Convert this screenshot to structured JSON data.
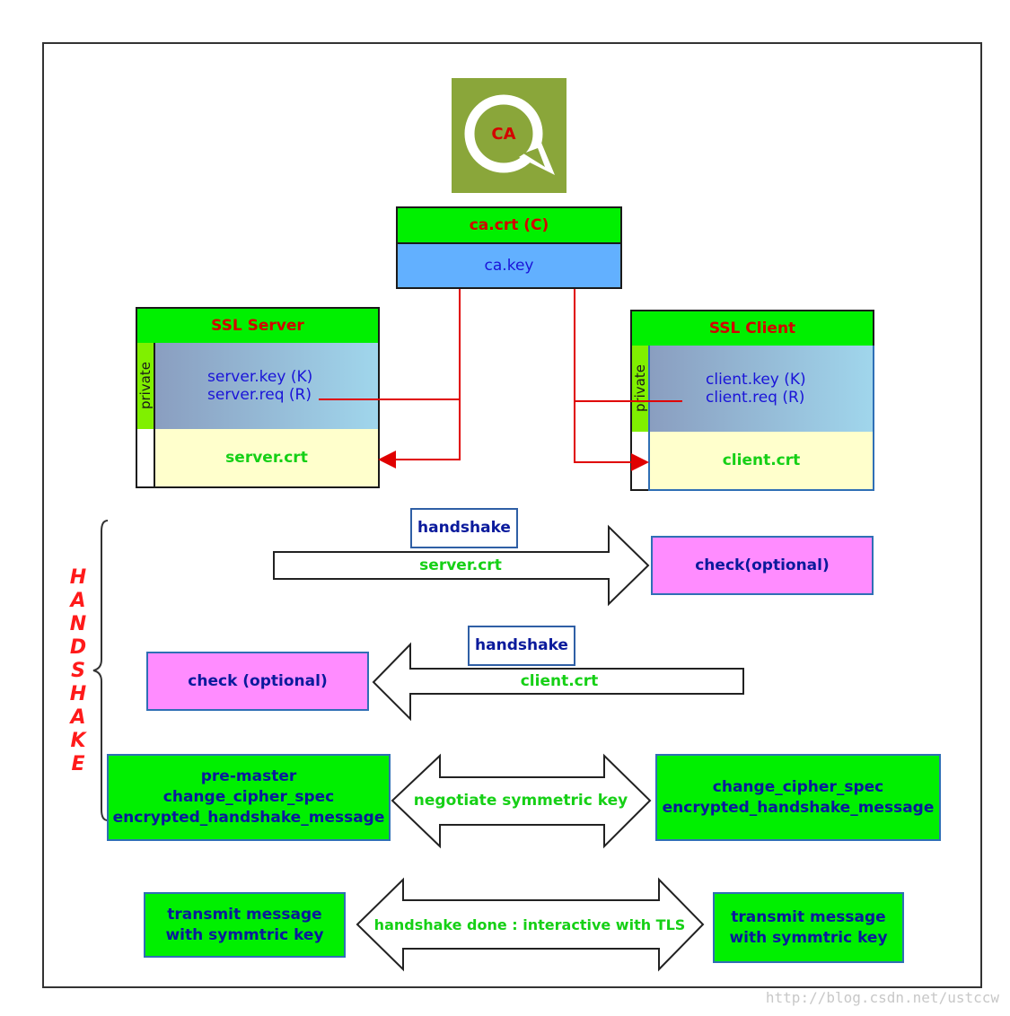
{
  "ca": {
    "logo_label": "CA",
    "crt_label": "ca.crt (C)",
    "key_label": "ca.key"
  },
  "server": {
    "title": "SSL Server",
    "private_label": "private",
    "key_line": "server.key (K)",
    "req_line": "server.req (R)",
    "crt_label": "server.crt"
  },
  "client": {
    "title": "SSL Client",
    "private_label": "private",
    "key_line": "client.key (K)",
    "req_line": "client.req (R)",
    "crt_label": "client.crt"
  },
  "handshake_vertical": [
    "H",
    "A",
    "N",
    "D",
    "S",
    "H",
    "A",
    "K",
    "E"
  ],
  "flow1": {
    "tag": "handshake",
    "arrow_label": "server.crt",
    "check_label": "check(optional)"
  },
  "flow2": {
    "tag": "handshake",
    "arrow_label": "client.crt",
    "check_label": "check (optional)"
  },
  "flow3": {
    "left_lines": [
      "pre-master",
      "change_cipher_spec",
      "encrypted_handshake_message"
    ],
    "arrow_label": "negotiate symmetric key",
    "right_lines": [
      "change_cipher_spec",
      "encrypted_handshake_message"
    ]
  },
  "flow4": {
    "left_lines": [
      "transmit message",
      "with symmtric key"
    ],
    "arrow_label": "handshake done : interactive with TLS",
    "right_lines": [
      "transmit message",
      "with symmtric key"
    ]
  },
  "watermark": "http://blog.csdn.net/ustccw",
  "colors": {
    "ca_green": "#8aa63a",
    "arrow_red": "#e00000",
    "green": "#00f000",
    "pink": "#ff8cff"
  }
}
